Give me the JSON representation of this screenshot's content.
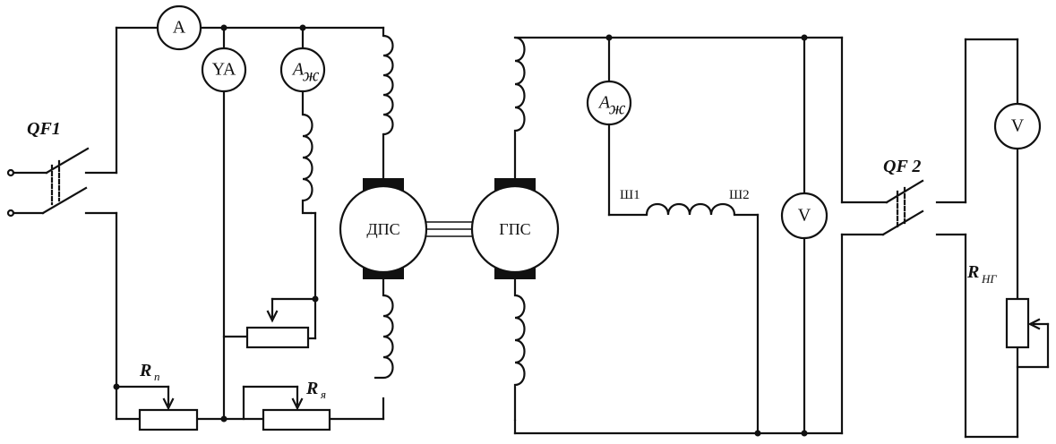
{
  "switches": {
    "qf1": "QF1",
    "qf2": "QF 2"
  },
  "meters": {
    "ammeter_main": "A",
    "ammeter_ya": "YA",
    "ammeter_field_motor": "A",
    "ammeter_field_motor_sub": "ж",
    "ammeter_field_gen": "A",
    "ammeter_field_gen_sub": "ж",
    "voltmeter_gen": "V",
    "voltmeter_load": "V"
  },
  "machines": {
    "motor": "ДПС",
    "generator": "ГПС"
  },
  "terminals": {
    "sh1": "Ш1",
    "sh2": "Ш2"
  },
  "resistors": {
    "r_start": "R",
    "r_start_sub": "п",
    "r_reg": "R",
    "r_reg_sub": "я",
    "r_load": "R",
    "r_load_sub": "НГ"
  }
}
